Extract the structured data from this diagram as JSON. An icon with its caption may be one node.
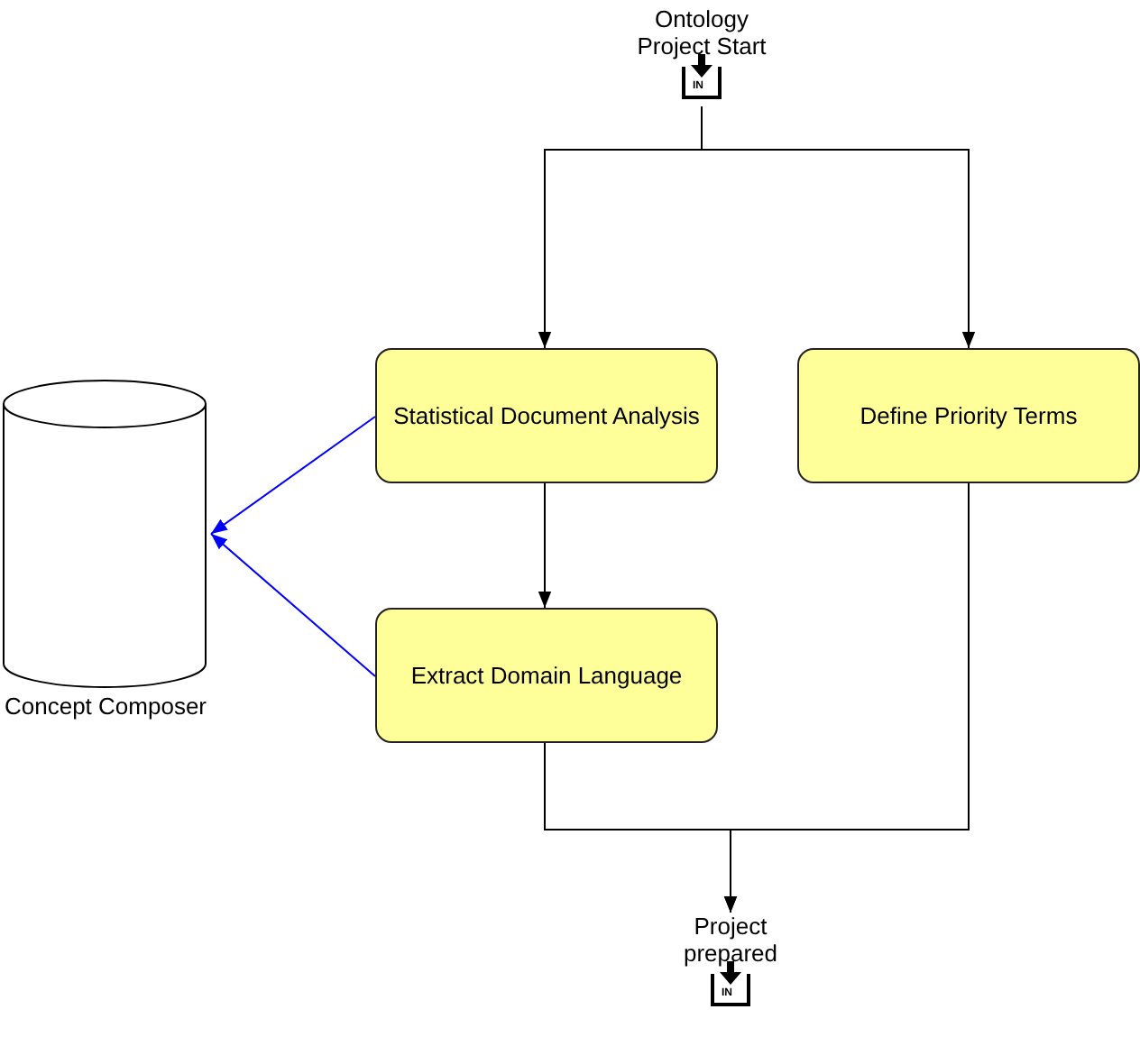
{
  "diagram": {
    "nodes": [
      {
        "text": [
          "Ontology Project Start"
        ]
      },
      {
        "text": [
          "Statistical Document Analysis"
        ]
      },
      {
        "text": [
          "Define Priority Terms"
        ]
      },
      {
        "text": [
          "Extract Domain Language"
        ]
      },
      {
        "text": [
          "Project prepared"
        ]
      },
      {
        "text": [
          "Concept Composer"
        ]
      }
    ],
    "edges": [
      {
        "from": 0,
        "to": 1,
        "arrow": "to"
      },
      {
        "from": 0,
        "to": 2,
        "arrow": "to"
      },
      {
        "from": 1,
        "to": 3,
        "arrow": "to"
      },
      {
        "from": 3,
        "to": 4,
        "arrow": "to"
      },
      {
        "from": 2,
        "to": 4,
        "arrow": "to"
      },
      {
        "from": 1,
        "to": 5,
        "arrow": "to",
        "color": "#0000ff"
      },
      {
        "from": 3,
        "to": 5,
        "arrow": "to",
        "color": "#0000ff"
      }
    ],
    "labels": [
      "IN",
      "IN"
    ]
  }
}
